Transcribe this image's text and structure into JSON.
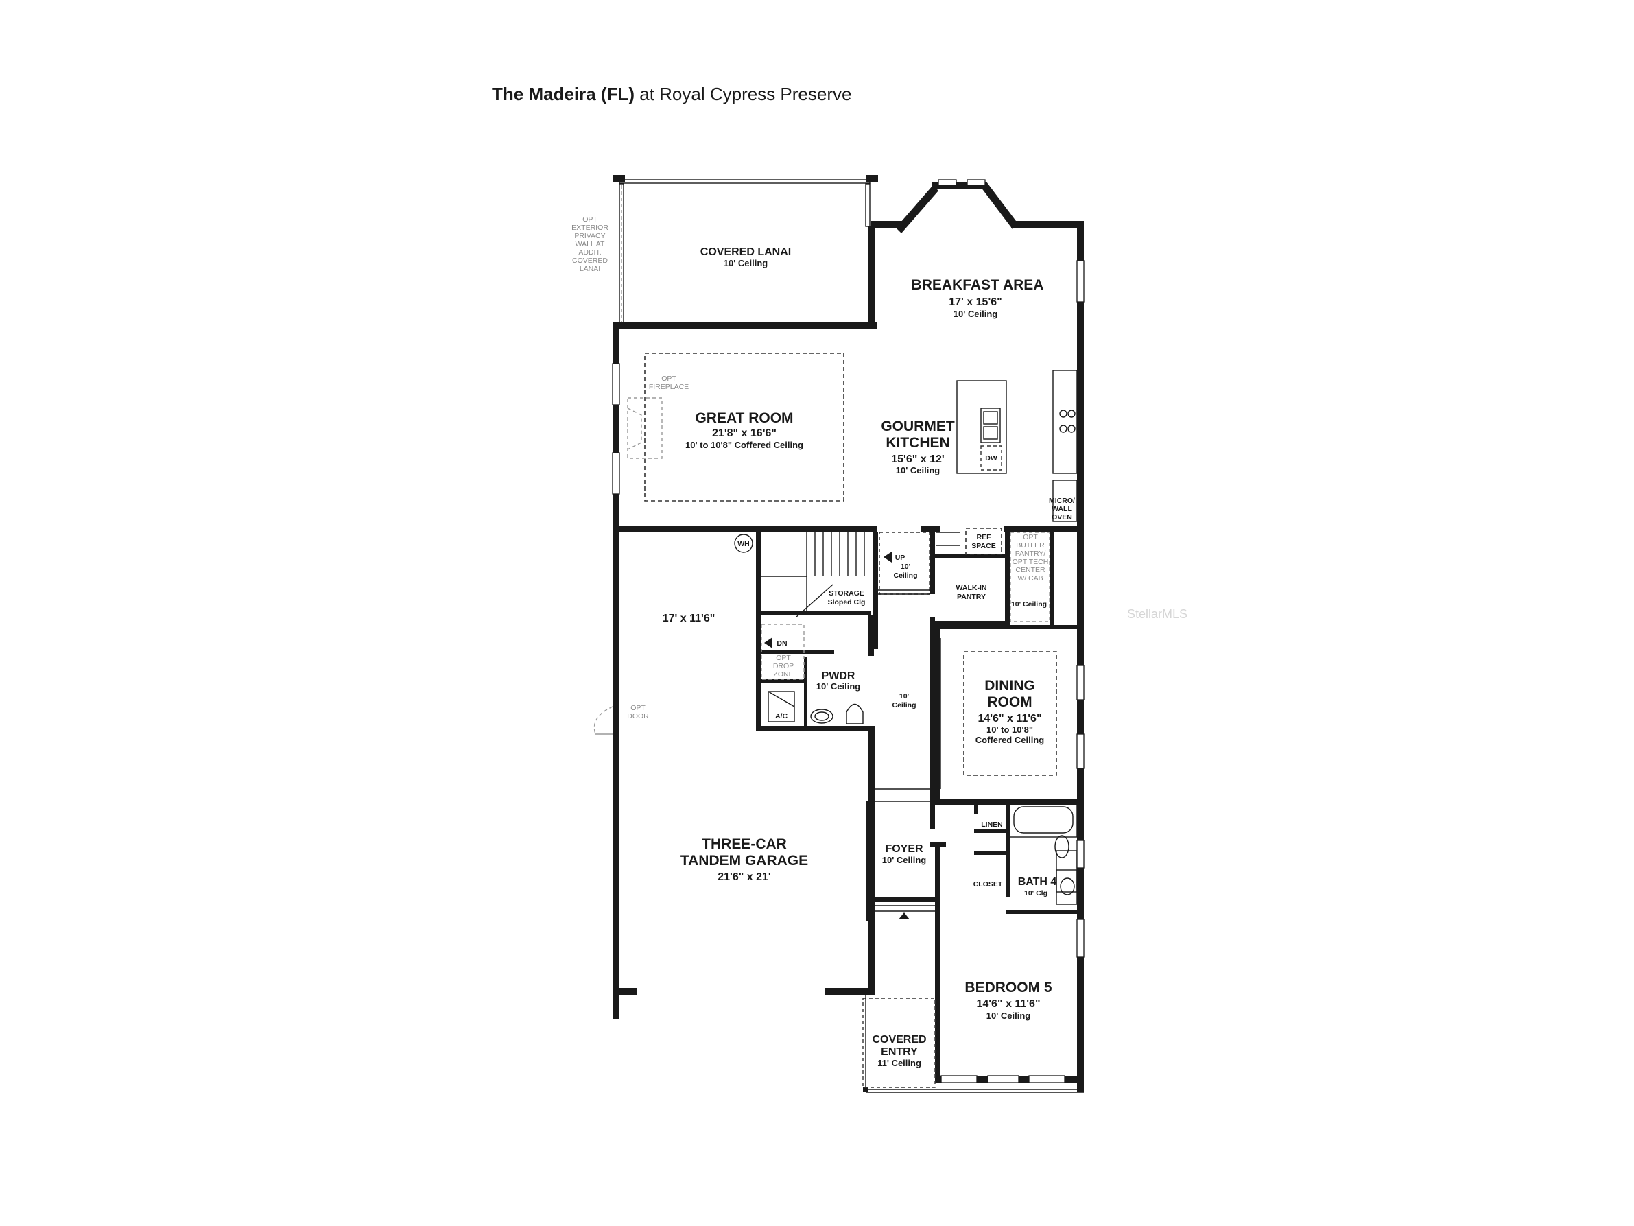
{
  "title": {
    "bold": "The Madeira (FL)",
    "rest": " at Royal Cypress Preserve"
  },
  "rooms": {
    "covered_lanai": {
      "name": "COVERED LANAI",
      "ceiling": "10' Ceiling"
    },
    "breakfast_area": {
      "name": "BREAKFAST AREA",
      "size": "17' x 15'6\"",
      "ceiling": "10' Ceiling"
    },
    "great_room": {
      "name": "GREAT ROOM",
      "size": "21'8\" x 16'6\"",
      "ceiling": "10' to 10'8\" Coffered Ceiling"
    },
    "gourmet_kitchen": {
      "name_1": "GOURMET",
      "name_2": "KITCHEN",
      "size": "15'6\" x 12'",
      "ceiling": "10' Ceiling"
    },
    "garage": {
      "name_1": "THREE-CAR",
      "name_2": "TANDEM GARAGE",
      "size": "21'6\" x 21'",
      "bay_size": "17' x 11'6\""
    },
    "storage": {
      "name": "STORAGE",
      "note": "Sloped Clg"
    },
    "stair_up": {
      "label": "UP",
      "ceiling_1": "10'",
      "ceiling_2": "Ceiling"
    },
    "walk_in_pantry": {
      "name_1": "WALK-IN",
      "name_2": "PANTRY"
    },
    "butler_pantry": {
      "lines": [
        "OPT",
        "BUTLER",
        "PANTRY/",
        "OPT TECH",
        "CENTER",
        "W/ CAB"
      ],
      "ceiling": "10' Ceiling"
    },
    "ref_space": {
      "line_1": "REF",
      "line_2": "SPACE"
    },
    "micro_wall_oven": {
      "lines": [
        "MICRO/",
        "WALL",
        "OVEN"
      ]
    },
    "drop_zone": {
      "dn": "DN",
      "lines": [
        "OPT",
        "DROP",
        "ZONE"
      ]
    },
    "powder": {
      "name": "PWDR",
      "ceiling": "10' Ceiling"
    },
    "hall": {
      "ceiling_1": "10'",
      "ceiling_2": "Ceiling"
    },
    "dining_room": {
      "name_1": "DINING",
      "name_2": "ROOM",
      "size": "14'6\" x 11'6\"",
      "ceiling_1": "10' to 10'8\"",
      "ceiling_2": "Coffered Ceiling"
    },
    "foyer": {
      "name": "FOYER",
      "ceiling": "10' Ceiling"
    },
    "linen": {
      "name": "LINEN"
    },
    "closet": {
      "name": "CLOSET"
    },
    "bath_4": {
      "name": "BATH 4",
      "ceiling": "10' Clg"
    },
    "bedroom_5": {
      "name": "BEDROOM 5",
      "size": "14'6\" x 11'6\"",
      "ceiling": "10' Ceiling"
    },
    "covered_entry": {
      "name_1": "COVERED",
      "name_2": "ENTRY",
      "ceiling": "11' Ceiling"
    }
  },
  "callouts": {
    "privacy_wall": [
      "OPT",
      "EXTERIOR",
      "PRIVACY",
      "WALL AT",
      "ADDIT.",
      "COVERED",
      "LANAI"
    ],
    "fireplace": [
      "OPT",
      "FIREPLACE"
    ],
    "opt_door": [
      "OPT",
      "DOOR"
    ],
    "water_heater": "WH",
    "ac": "A/C",
    "dishwasher": "DW"
  },
  "watermark": "StellarMLS"
}
